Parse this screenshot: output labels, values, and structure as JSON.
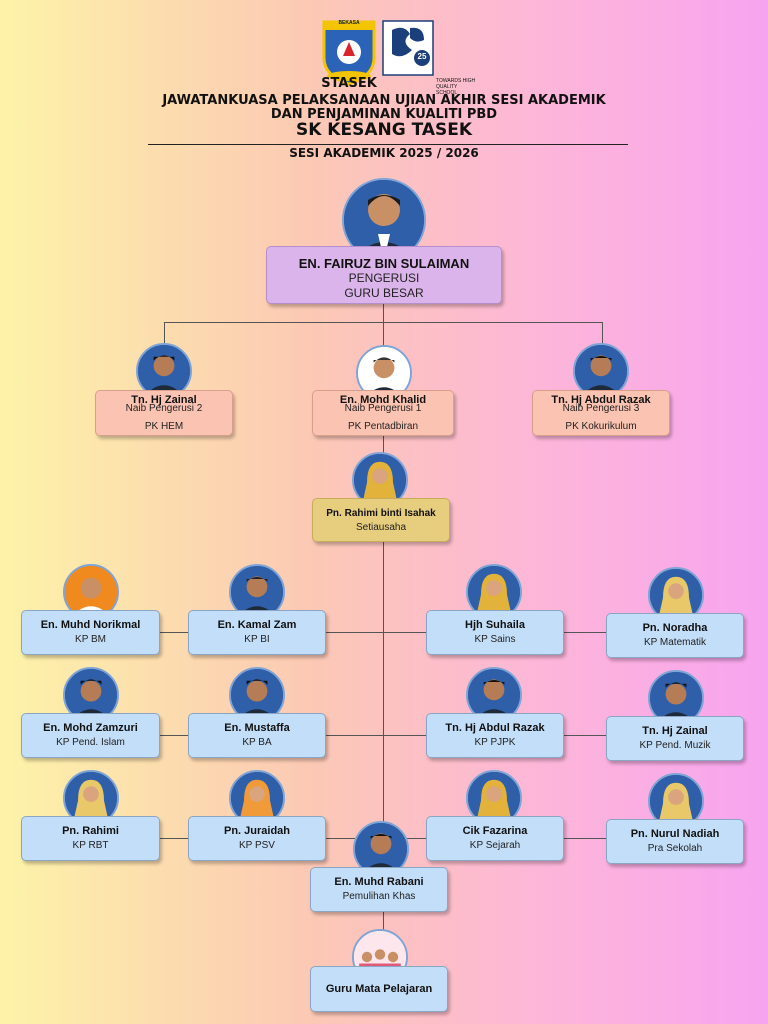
{
  "header": {
    "logo1_text": "STASEK",
    "logo1_banner": "BEKASA",
    "logo2_text": "25",
    "logo2_caption": "TOWARDS HIGH QUALITY SCHOOL",
    "line1": "JAWATANKUASA PELAKSANAAN UJIAN AKHIR SESI AKADEMIK",
    "line2": "DAN PENJAMINAN KUALITI PBD",
    "school": "SK KESANG TASEK",
    "session": "SESI AKADEMIK 2025 / 2026"
  },
  "chair": {
    "name": "EN. FAIRUZ BIN SULAIMAN",
    "role1": "PENGERUSI",
    "role2": "GURU BESAR"
  },
  "deputies": [
    {
      "name": "Tn. Hj Zainal",
      "role1": "Naib Pengerusi 2",
      "role2": "PK HEM"
    },
    {
      "name": "En. Mohd Khalid",
      "role1": "Naib Pengerusi 1",
      "role2": "PK Pentadbiran"
    },
    {
      "name": "Tn. Hj Abdul Razak",
      "role1": "Naib Pengerusi 3",
      "role2": "PK Kokurikulum"
    }
  ],
  "secretary": {
    "name": "Pn. Rahimi binti Isahak",
    "role": "Setiausaha"
  },
  "members": [
    {
      "name": "En. Muhd Norikmal",
      "role": "KP BM"
    },
    {
      "name": "En. Kamal Zam",
      "role": "KP BI"
    },
    {
      "name": "Hjh Suhaila",
      "role": "KP Sains"
    },
    {
      "name": "Pn. Noradha",
      "role": "KP Matematik"
    },
    {
      "name": "En. Mohd Zamzuri",
      "role": "KP Pend. Islam"
    },
    {
      "name": "En. Mustaffa",
      "role": "KP BA"
    },
    {
      "name": "Tn. Hj Abdul Razak",
      "role": "KP PJPK"
    },
    {
      "name": "Tn. Hj Zainal",
      "role": "KP Pend. Muzik"
    },
    {
      "name": "Pn. Rahimi",
      "role": "KP RBT"
    },
    {
      "name": "Pn. Juraidah",
      "role": "KP PSV"
    },
    {
      "name": "Cik Fazarina",
      "role": "KP Sejarah"
    },
    {
      "name": "Pn. Nurul Nadiah",
      "role": "Pra Sekolah"
    }
  ],
  "rabani": {
    "name": "En. Muhd Rabani",
    "role": "Pemulihan Khas"
  },
  "teachers": {
    "name": "Guru Mata Pelajaran"
  },
  "colors": {
    "box_blue": "#c3def8",
    "box_peach": "#fbc4b2",
    "box_lavender": "#dcb4ec",
    "box_gold": "#e7cd7e",
    "avatar_bg": "#2f5fa8"
  }
}
